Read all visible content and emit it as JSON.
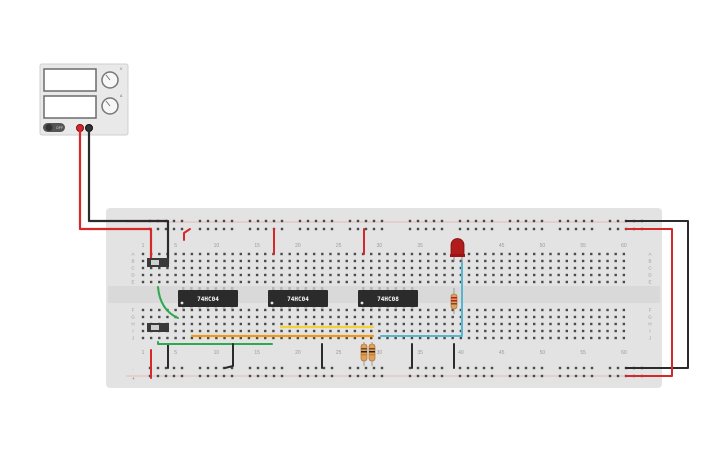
{
  "power_supply": {
    "switch_label": "OFF"
  },
  "breadboard": {
    "column_numbers": [
      "1",
      "5",
      "10",
      "15",
      "20",
      "25",
      "30",
      "35",
      "40",
      "45",
      "50",
      "55",
      "60"
    ],
    "rows_top": [
      "A",
      "B",
      "C",
      "D",
      "E"
    ],
    "rows_bottom": [
      "F",
      "G",
      "H",
      "I",
      "J"
    ],
    "rail_signs": [
      "-",
      "+"
    ]
  },
  "chips": [
    {
      "label": "74HC04"
    },
    {
      "label": "74HC04"
    },
    {
      "label": "74HC08"
    }
  ],
  "colors": {
    "breadboard": "#e3e3e3",
    "wire_red": "#d62828",
    "wire_black": "#2b2b2b",
    "wire_green": "#2fa84f",
    "wire_orange": "#f09a1c",
    "wire_yellow": "#f3d13b",
    "wire_blue": "#55b7cf",
    "led": "#b01b1b"
  }
}
